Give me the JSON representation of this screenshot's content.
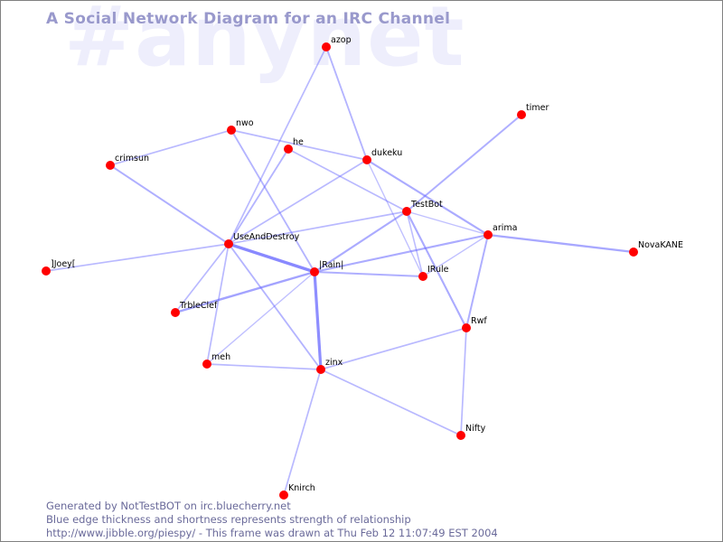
{
  "watermark": "#anynet",
  "title": "A Social Network Diagram for an IRC Channel",
  "footer": {
    "line1": "Generated by NotTestBOT on irc.bluecherry.net",
    "line2": "Blue edge thickness and shortness represents strength of relationship",
    "line3": "http://www.jibble.org/piespy/ - This frame was drawn at Thu Feb 12 11:07:49 EST 2004"
  },
  "colors": {
    "node": "#ff0000",
    "edge": "#6666ff",
    "title": "#9999cc",
    "watermark": "#eeeefc",
    "footer_text": "#6a6a9a",
    "border": "#808080"
  },
  "graph": {
    "nodes": [
      {
        "id": "azop",
        "label": "azop"
      },
      {
        "id": "timer",
        "label": "timer"
      },
      {
        "id": "nwo",
        "label": "nwo"
      },
      {
        "id": "he",
        "label": "he"
      },
      {
        "id": "crimsun",
        "label": "crimsun"
      },
      {
        "id": "dukeku",
        "label": "dukeku"
      },
      {
        "id": "TestBot",
        "label": "TestBot"
      },
      {
        "id": "arima",
        "label": "arima"
      },
      {
        "id": "NovaKANE",
        "label": "NovaKANE"
      },
      {
        "id": "UseAndDestroy",
        "label": "UseAndDestroy"
      },
      {
        "id": "Joey",
        "label": "]Joey["
      },
      {
        "id": "Rain",
        "label": "|Rain|"
      },
      {
        "id": "IRule",
        "label": "IRule"
      },
      {
        "id": "TrbleClef",
        "label": "TrbleClef"
      },
      {
        "id": "Rwf",
        "label": "Rwf"
      },
      {
        "id": "meh",
        "label": "meh"
      },
      {
        "id": "zinx",
        "label": "zinx"
      },
      {
        "id": "Nifty",
        "label": "Nifty"
      },
      {
        "id": "Knirch",
        "label": "Knirch"
      }
    ],
    "edges": [
      {
        "source": "azop",
        "target": "UseAndDestroy",
        "strength": 0.3
      },
      {
        "source": "azop",
        "target": "dukeku",
        "strength": 0.35
      },
      {
        "source": "nwo",
        "target": "crimsun",
        "strength": 0.3
      },
      {
        "source": "nwo",
        "target": "dukeku",
        "strength": 0.3
      },
      {
        "source": "nwo",
        "target": "Rain",
        "strength": 0.35
      },
      {
        "source": "crimsun",
        "target": "UseAndDestroy",
        "strength": 0.4
      },
      {
        "source": "he",
        "target": "UseAndDestroy",
        "strength": 0.35
      },
      {
        "source": "he",
        "target": "TestBot",
        "strength": 0.3
      },
      {
        "source": "dukeku",
        "target": "UseAndDestroy",
        "strength": 0.3
      },
      {
        "source": "dukeku",
        "target": "arima",
        "strength": 0.45
      },
      {
        "source": "dukeku",
        "target": "IRule",
        "strength": 0.2
      },
      {
        "source": "timer",
        "target": "TestBot",
        "strength": 0.4
      },
      {
        "source": "TestBot",
        "target": "UseAndDestroy",
        "strength": 0.3
      },
      {
        "source": "TestBot",
        "target": "Rain",
        "strength": 0.45
      },
      {
        "source": "TestBot",
        "target": "IRule",
        "strength": 0.25
      },
      {
        "source": "TestBot",
        "target": "arima",
        "strength": 0.2
      },
      {
        "source": "TestBot",
        "target": "Rwf",
        "strength": 0.45
      },
      {
        "source": "arima",
        "target": "NovaKANE",
        "strength": 0.5
      },
      {
        "source": "arima",
        "target": "Rain",
        "strength": 0.45
      },
      {
        "source": "arima",
        "target": "IRule",
        "strength": 0.2
      },
      {
        "source": "arima",
        "target": "Rwf",
        "strength": 0.4
      },
      {
        "source": "UseAndDestroy",
        "target": "Joey",
        "strength": 0.3
      },
      {
        "source": "UseAndDestroy",
        "target": "Rain",
        "strength": 0.85
      },
      {
        "source": "UseAndDestroy",
        "target": "TrbleClef",
        "strength": 0.3
      },
      {
        "source": "UseAndDestroy",
        "target": "meh",
        "strength": 0.3
      },
      {
        "source": "UseAndDestroy",
        "target": "zinx",
        "strength": 0.35
      },
      {
        "source": "Rain",
        "target": "IRule",
        "strength": 0.4
      },
      {
        "source": "Rain",
        "target": "TrbleClef",
        "strength": 0.55
      },
      {
        "source": "Rain",
        "target": "meh",
        "strength": 0.2
      },
      {
        "source": "Rain",
        "target": "zinx",
        "strength": 0.8
      },
      {
        "source": "meh",
        "target": "zinx",
        "strength": 0.3
      },
      {
        "source": "zinx",
        "target": "Rwf",
        "strength": 0.3
      },
      {
        "source": "zinx",
        "target": "Nifty",
        "strength": 0.3
      },
      {
        "source": "zinx",
        "target": "Knirch",
        "strength": 0.3
      },
      {
        "source": "Rwf",
        "target": "Nifty",
        "strength": 0.3
      }
    ]
  }
}
